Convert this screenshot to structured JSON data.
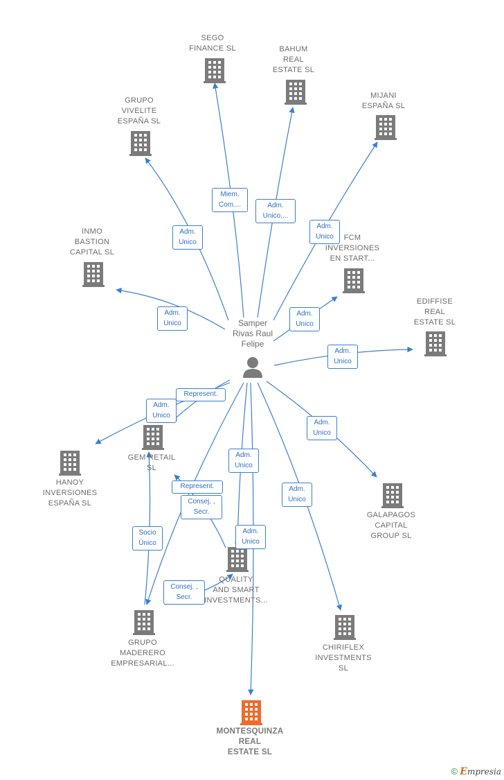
{
  "colors": {
    "edge": "#3a7fd0",
    "building": "#7b7b7b",
    "focus": "#f06a2b",
    "person": "#7b7b7b"
  },
  "person": {
    "label": "Samper\nRivas Raul\nFelipe"
  },
  "companies": [
    {
      "id": "sego",
      "label": "SEGO\nFINANCE  SL"
    },
    {
      "id": "bahum",
      "label": "BAHUM\nREAL\nESTATE  SL"
    },
    {
      "id": "mijani",
      "label": "MIJANI\nESPAÑA  SL"
    },
    {
      "id": "vivelite",
      "label": "GRUPO\nVIVELITE\nESPAÑA  SL"
    },
    {
      "id": "inmo",
      "label": "INMO\nBASTION\nCAPITAL  SL"
    },
    {
      "id": "fcm",
      "label": "FCM\nINVERSIONES\nEN START..."
    },
    {
      "id": "ediffise",
      "label": "EDIFFISE\nREAL\nESTATE  SL"
    },
    {
      "id": "hanoy",
      "label": "HANOY\nINVERSIONES\nESPAÑA  SL"
    },
    {
      "id": "gem",
      "label": "GEM RETAIL\nSL"
    },
    {
      "id": "galapagos",
      "label": "GALAPAGOS\nCAPITAL\nGROUP  SL"
    },
    {
      "id": "quality",
      "label": "QUALITY\nAND SMART\nINVESTMENTS..."
    },
    {
      "id": "maderero",
      "label": "GRUPO\nMADERERO\nEMPRESARIAL..."
    },
    {
      "id": "chiriflex",
      "label": "CHIRIFLEX\nINVESTMENTS\nSL"
    },
    {
      "id": "montesquinza",
      "label": "MONTESQUINZA\nREAL\nESTATE  SL",
      "focus": true
    }
  ],
  "edge_labels": {
    "sego": "Miem.\nCom....",
    "bahum": "Adm.\nUnico,...",
    "mijani": "Adm.\nUnico",
    "vivelite": "Adm.\nUnico",
    "inmo": "Adm.\nUnico",
    "fcm": "Adm.\nUnico",
    "ediffise": "Adm.\nUnico",
    "gem_represent": "Represent.",
    "hanoy": "Adm.\nUnico",
    "galapagos": "Adm.\nUnico",
    "quality_adm": "Adm.\nUnico",
    "chiriflex": "Adm.\nUnico",
    "quality_represent": "Represent.",
    "quality_consej": "Consej. ,\nSecr.",
    "maderero_socio": "Socio\nÚnico",
    "montesquinza_adm": "Adm.\nUnico",
    "maderero_consej": "Consej. ,\nSecr."
  },
  "footer": {
    "copyright": "©",
    "brand_initial": "E",
    "brand_rest": "mpresia"
  }
}
